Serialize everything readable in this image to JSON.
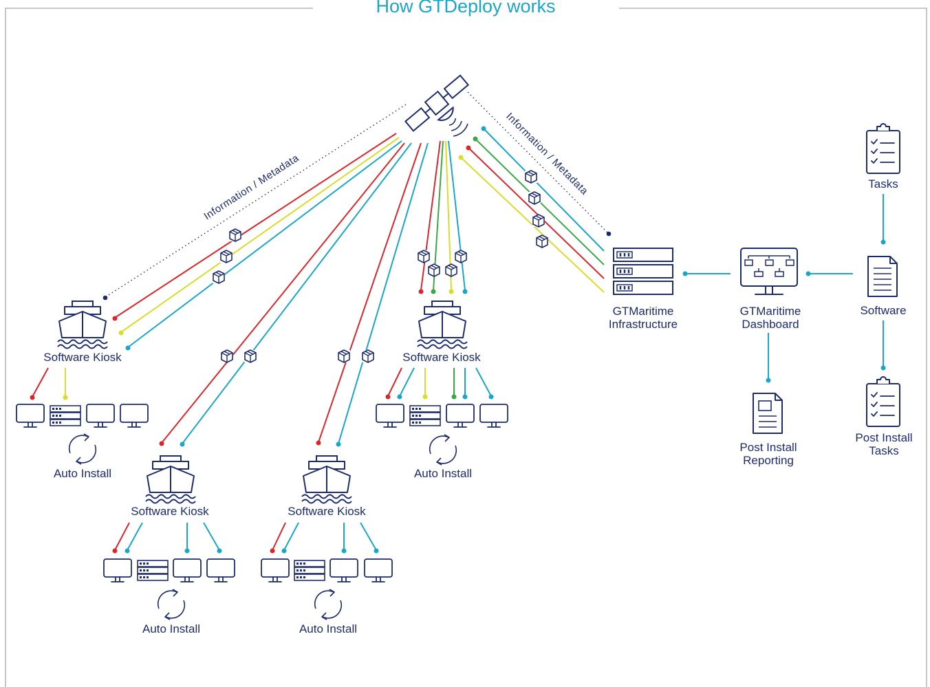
{
  "title": "How GTDeploy works",
  "labels": {
    "metadata_left": "Information / Metadata",
    "metadata_right": "Information / Metadata",
    "kiosk": "Software Kiosk",
    "auto_install": "Auto Install",
    "infra_line1": "GTMaritime",
    "infra_line2": "Infrastructure",
    "dash_line1": "GTMaritime",
    "dash_line2": "Dashboard",
    "software": "Software",
    "tasks": "Tasks",
    "post_install_tasks_line1": "Post Install",
    "post_install_tasks_line2": "Tasks",
    "post_install_reporting_line1": "Post Install",
    "post_install_reporting_line2": "Reporting"
  },
  "colors": {
    "navy": "#1d2b6b",
    "red": "#d9262c",
    "yellow": "#d8dc2a",
    "teal": "#1aa6c6",
    "green": "#3aa845",
    "frame": "#c7c7c7"
  },
  "icons": [
    "satellite-icon",
    "ship-icon",
    "package-icon",
    "computer-icon",
    "server-icon",
    "refresh-icon",
    "dashboard-monitor-icon",
    "document-icon",
    "clipboard-icon",
    "report-icon"
  ]
}
